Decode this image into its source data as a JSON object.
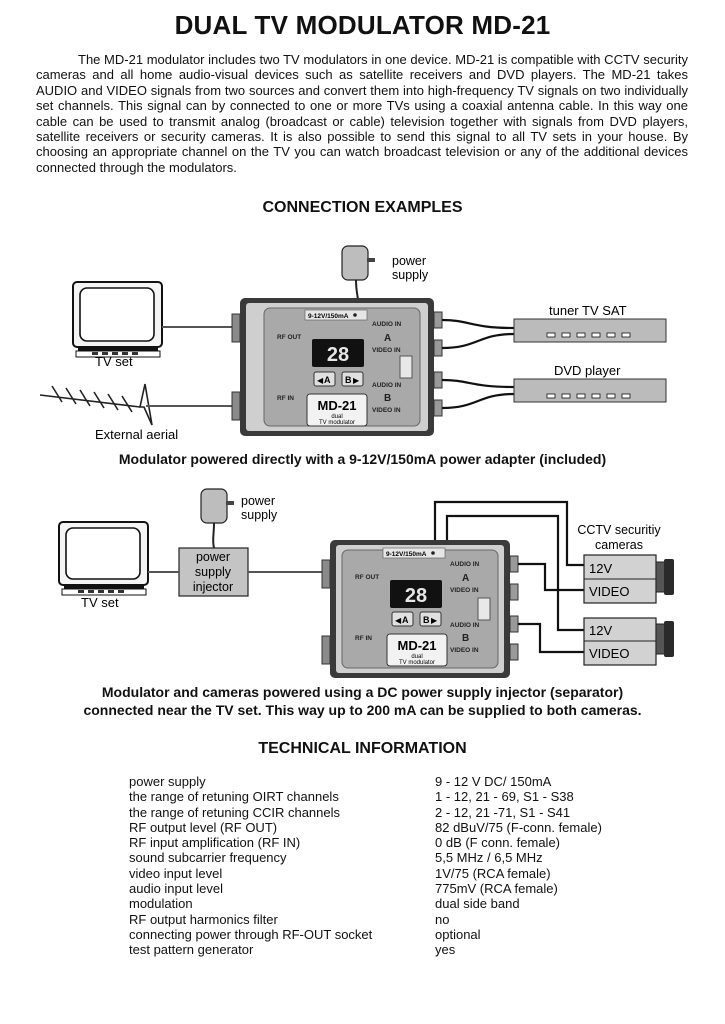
{
  "title": "DUAL TV MODULATOR MD-21",
  "intro": "The MD-21 modulator includes two TV modulators in one device. MD-21 is compatible with CCTV security cameras and all home audio-visual devices such as satellite receivers and DVD players. The MD-21 takes AUDIO and VIDEO signals from two sources and convert them into high-frequency TV signals on two individually set channels. This signal can by connected to one or more TVs using a coaxial antenna cable. In this way one cable can be used to transmit analog (broadcast or cable) television together with signals from DVD players, satellite receivers or security cameras. It is also possible to send this signal to all TV sets in your house. By choosing an appropriate channel on the TV you can watch broadcast television or any of the additional devices connected through the modulators.",
  "connection_title": "CONNECTION EXAMPLES",
  "device": {
    "power_label": "9-12V/150mA",
    "rf_out": "RF OUT",
    "rf_in": "RF IN",
    "audio_in": "AUDIO IN",
    "video_in": "VIDEO IN",
    "channel_a": "A",
    "channel_b": "B",
    "display": "28",
    "model": "MD-21",
    "model_sub1": "dual",
    "model_sub2": "TV modulator"
  },
  "diagram1": {
    "power_supply_line1": "power",
    "power_supply_line2": "supply",
    "tv_set": "TV set",
    "aerial": "External aerial",
    "tuner": "tuner TV SAT",
    "dvd": "DVD player",
    "caption": "Modulator powered directly with a 9-12V/150mA power adapter (included)"
  },
  "diagram2": {
    "power_supply_line1": "power",
    "power_supply_line2": "supply",
    "injector_line1": "power",
    "injector_line2": "supply",
    "injector_line3": "injector",
    "tv_set": "TV set",
    "cameras_line1": "CCTV securitiy",
    "cameras_line2": "cameras",
    "cam_12v": "12V",
    "cam_video": "VIDEO",
    "caption_line1": "Modulator and cameras powered using a DC power supply injector (separator)",
    "caption_line2": "connected near the TV set. This way up to 200 mA can be supplied to both cameras."
  },
  "tech_title": "TECHNICAL INFORMATION",
  "specs": [
    {
      "label": "power supply",
      "value": "9 - 12 V DC/ 150mA"
    },
    {
      "label": "the range of retuning OIRT channels",
      "value": "1 - 12, 21 - 69, S1 - S38"
    },
    {
      "label": "the range of retuning CCIR  channels",
      "value": "2 - 12, 21 -71,  S1 - S41"
    },
    {
      "label": "RF output level (RF OUT)",
      "value": "82 dBuV/75    (F-conn. female)"
    },
    {
      "label": "RF input amplification (RF IN)",
      "value": "0 dB (F conn. female)"
    },
    {
      "label": "sound subcarrier frequency",
      "value": "5,5 MHz  /  6,5 MHz"
    },
    {
      "label": "video input level",
      "value": "1V/75    (RCA female)"
    },
    {
      "label": "audio input level",
      "value": "775mV (RCA female)"
    },
    {
      "label": "modulation",
      "value": "dual side band"
    },
    {
      "label": "RF output harmonics filter",
      "value": "no"
    },
    {
      "label": "connecting power through RF-OUT  socket",
      "value": "optional"
    },
    {
      "label": "test pattern generator",
      "value": "yes"
    }
  ]
}
